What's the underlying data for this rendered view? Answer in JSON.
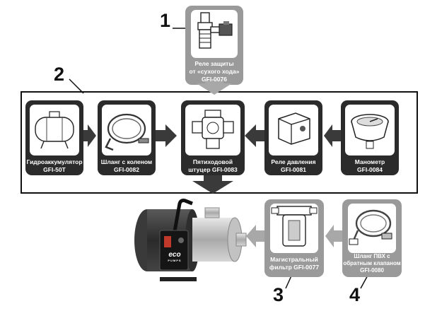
{
  "callouts": {
    "c1": "1",
    "c2": "2",
    "c3": "3",
    "c4": "4"
  },
  "components": {
    "relay_dry_run": {
      "line1": "Реле защиты",
      "line2": "от «сухого хода»",
      "code": "GFI-0076"
    },
    "accumulator": {
      "line1": "Гидроаккумулятор",
      "code": "GFI-50T"
    },
    "hose_elbow": {
      "line1": "Шланг с коленом",
      "code": "GFI-0082"
    },
    "five_way_fitting": {
      "line1": "Пятиходовой",
      "line2": "штуцер GFI-0083"
    },
    "pressure_relay": {
      "line1": "Реле давления",
      "code": "GFI-0081"
    },
    "manometer": {
      "line1": "Манометр",
      "code": "GFI-0084"
    },
    "main_filter": {
      "line1": "Магистральный",
      "line2": "фильтр GFI-0077"
    },
    "pvc_hose": {
      "line1": "Шланг ПВХ с",
      "line2": "обратным клапаном",
      "code": "GFI-0080"
    }
  },
  "pump": {
    "brand": "eco",
    "brand_sub": "PUMPS"
  },
  "colors": {
    "card_dark": "#2b2b2b",
    "card_light": "#9a9a9a",
    "arrow_dark": "#3a3a3a",
    "arrow_light": "#a8a8a8",
    "frame": "#111111"
  }
}
